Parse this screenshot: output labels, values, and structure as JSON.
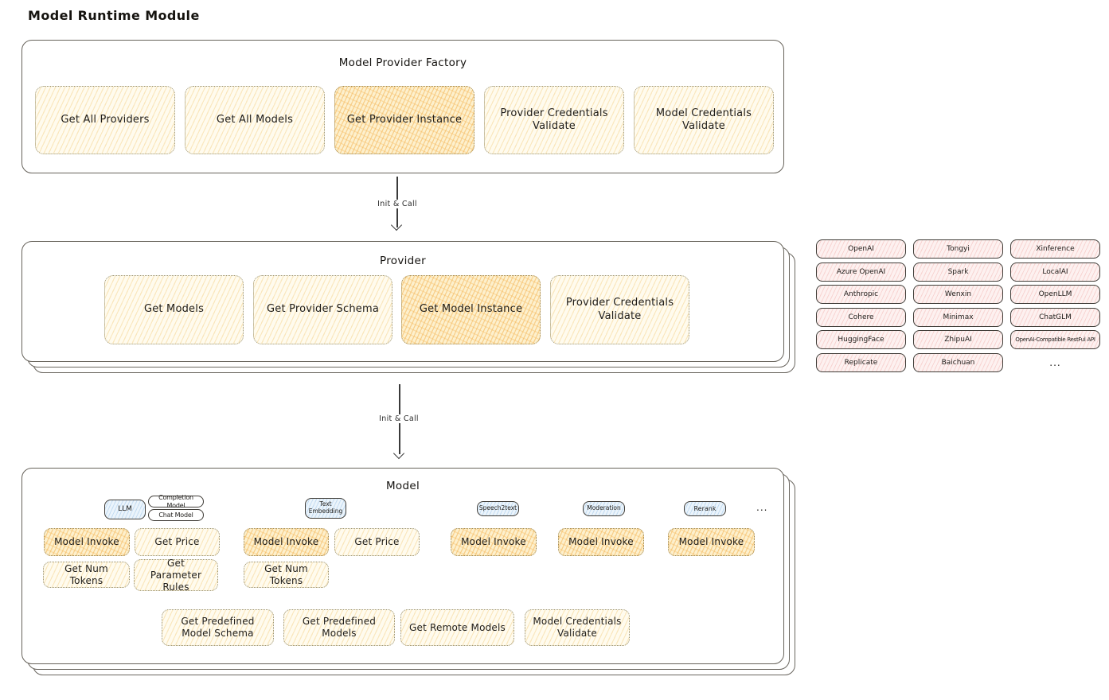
{
  "page": {
    "title": "Model Runtime Module"
  },
  "factory": {
    "title": "Model Provider Factory",
    "buttons": [
      {
        "label": "Get All Providers",
        "highlight": false
      },
      {
        "label": "Get All Models",
        "highlight": false
      },
      {
        "label": "Get Provider Instance",
        "highlight": true
      },
      {
        "label": "Provider Credentials Validate",
        "highlight": false
      },
      {
        "label": "Model Credentials Validate",
        "highlight": false
      }
    ]
  },
  "arrows": {
    "label1": "Init & Call",
    "label2": "Init & Call"
  },
  "provider": {
    "title": "Provider",
    "buttons": [
      {
        "label": "Get Models",
        "highlight": false
      },
      {
        "label": "Get Provider Schema",
        "highlight": false
      },
      {
        "label": "Get Model Instance",
        "highlight": true
      },
      {
        "label": "Provider Credentials Validate",
        "highlight": false
      }
    ]
  },
  "vendors": {
    "rows": [
      [
        "OpenAI",
        "Tongyi",
        "Xinference"
      ],
      [
        "Azure OpenAI",
        "Spark",
        "LocalAI"
      ],
      [
        "Anthropic",
        "Wenxin",
        "OpenLLM"
      ],
      [
        "Cohere",
        "Minimax",
        "ChatGLM"
      ],
      [
        "HuggingFace",
        "ZhipuAI",
        "OpenAI-Compatible RestFul API"
      ],
      [
        "Replicate",
        "Baichuan",
        "..."
      ]
    ]
  },
  "model": {
    "title": "Model",
    "type_tags": {
      "llm": "LLM",
      "completion": "Completion Model",
      "chat": "Chat Model",
      "text_embedding": "Text Embedding",
      "speech2text": "Speech2text",
      "moderation": "Moderation",
      "rerank": "Rerank",
      "more": "..."
    },
    "invoke_row": [
      "Model Invoke",
      "Get Price",
      "Model Invoke",
      "Get Price",
      "Model Invoke",
      "Model Invoke",
      "Model Invoke"
    ],
    "token_row": [
      "Get Num Tokens",
      "Get Parameter Rules",
      "Get Num Tokens"
    ],
    "bottom_row": [
      "Get Predefined Model Schema",
      "Get Predefined Models",
      "Get Remote Models",
      "Model Credentials Validate"
    ]
  },
  "colors": {
    "highlight_hatch": "#f3b04d",
    "soft_yellow_hatch": "#f3ca7c",
    "vendor_pink_hatch": "#e8827c",
    "type_blue_hatch": "#78afe1",
    "stroke_dark": "#403d38",
    "container_stroke": "#67635b"
  }
}
